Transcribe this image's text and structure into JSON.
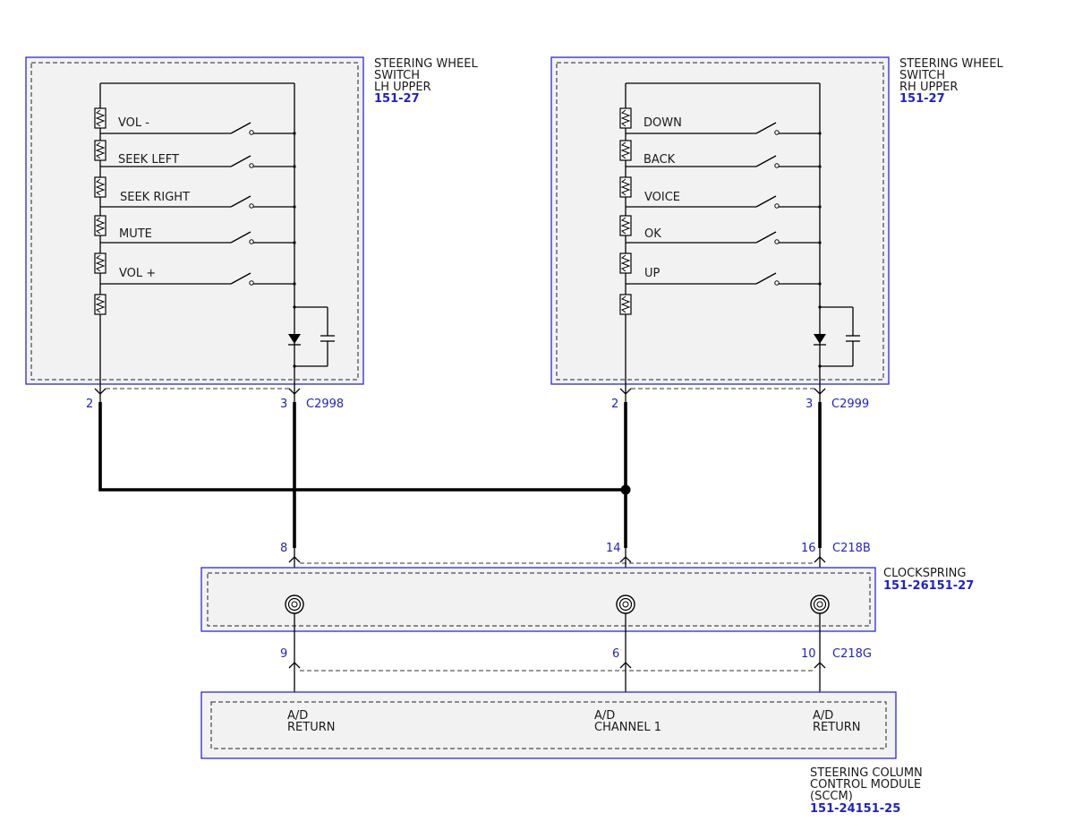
{
  "colors": {
    "component_border": "#2a2ad6",
    "component_fill": "#f2f2f2",
    "ref_text": "#1f1fcc",
    "wire": "#000000"
  },
  "lh_switch": {
    "title_lines": [
      "STEERING WHEEL",
      "SWITCH",
      "LH UPPER"
    ],
    "ref": "151-27",
    "buttons": [
      "VOL -",
      "SEEK LEFT",
      "SEEK RIGHT",
      "MUTE",
      "VOL +"
    ],
    "pin_left": "2",
    "pin_right": "3",
    "connector": "C2998"
  },
  "rh_switch": {
    "title_lines": [
      "STEERING WHEEL",
      "SWITCH",
      "RH UPPER"
    ],
    "ref": "151-27",
    "buttons": [
      "DOWN",
      "BACK",
      "VOICE",
      "OK",
      "UP"
    ],
    "pin_left": "2",
    "pin_right": "3",
    "connector": "C2999"
  },
  "clockspring": {
    "title": "CLOCKSPRING",
    "ref": "151-26151-27",
    "top_connector": "C218B",
    "top_pins": [
      "8",
      "14",
      "16"
    ],
    "bottom_connector": "C218G",
    "bottom_pins": [
      "9",
      "6",
      "10"
    ]
  },
  "sccm": {
    "title_lines": [
      "STEERING COLUMN",
      "CONTROL MODULE",
      "(SCCM)"
    ],
    "ref": "151-24151-25",
    "terminals": [
      {
        "line1": "A/D",
        "line2": "RETURN"
      },
      {
        "line1": "A/D",
        "line2": "CHANNEL 1"
      },
      {
        "line1": "A/D",
        "line2": "RETURN"
      }
    ]
  }
}
